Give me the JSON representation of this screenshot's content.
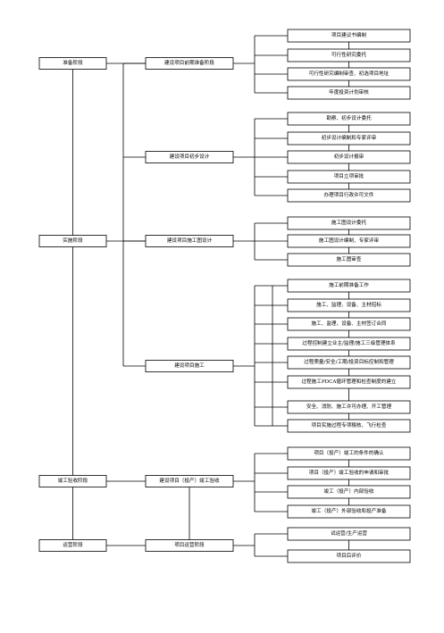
{
  "stages": [
    {
      "id": "s1",
      "label": "准备阶段"
    },
    {
      "id": "s2",
      "label": "实施阶段"
    },
    {
      "id": "s3",
      "label": "竣工验收阶段"
    },
    {
      "id": "s4",
      "label": "运营阶段"
    }
  ],
  "phases": [
    {
      "id": "p1",
      "label": "建设项目前期准备阶段"
    },
    {
      "id": "p2",
      "label": "建设项目初步设计"
    },
    {
      "id": "p3",
      "label": "建设项目施工图设计"
    },
    {
      "id": "p4",
      "label": "建设项目施工"
    },
    {
      "id": "p5",
      "label": "建设项目（投产）竣工验收"
    },
    {
      "id": "p6",
      "label": "项目运营阶段"
    }
  ],
  "tasks": [
    {
      "id": "t1",
      "label": "项目建议书编制"
    },
    {
      "id": "t2",
      "label": "可行性研究委托"
    },
    {
      "id": "t3",
      "label": "可行性研究编制审查、初选项目地址"
    },
    {
      "id": "t4",
      "label": "年度投资计划审核"
    },
    {
      "id": "t5",
      "label": "勘察、初步设计委托"
    },
    {
      "id": "t6",
      "label": "初步设计编制和专家评审"
    },
    {
      "id": "t7",
      "label": "初步设计报审"
    },
    {
      "id": "t8",
      "label": "项目立项审批"
    },
    {
      "id": "t9",
      "label": "办理项目行政许可文件"
    },
    {
      "id": "t10",
      "label": "施工图设计委托"
    },
    {
      "id": "t11",
      "label": "施工图设计编制、专家评审"
    },
    {
      "id": "t12",
      "label": "施工图审查"
    },
    {
      "id": "t13",
      "label": "施工前期准备工作"
    },
    {
      "id": "t14",
      "label": "施工、监理、设备、主材招标"
    },
    {
      "id": "t15",
      "label": "施工、监理、设备、主材签订合同"
    },
    {
      "id": "t16",
      "label": "过程控制建立业主/监理/施工三级管理体系"
    },
    {
      "id": "t17",
      "label": "过程质量/安全/工期/投资目标控制和管理"
    },
    {
      "id": "t18",
      "label": "过程施工PDCA循环管理和检查制度的建立"
    },
    {
      "id": "t19",
      "label": "安全、消防、施工许可办理、开工管理"
    },
    {
      "id": "t20",
      "label": "项目实施过程专项稽核、飞行检查"
    },
    {
      "id": "t21",
      "label": "项目（投产）竣工的条件的确认"
    },
    {
      "id": "t22",
      "label": "项目（投产）竣工验收的申请和审批"
    },
    {
      "id": "t23",
      "label": "竣工（投产）内部验收"
    },
    {
      "id": "t24",
      "label": "竣工（投产）外部验收和投产准备"
    },
    {
      "id": "t25",
      "label": "试运营/生产运营"
    },
    {
      "id": "t26",
      "label": "项目后评价"
    }
  ]
}
